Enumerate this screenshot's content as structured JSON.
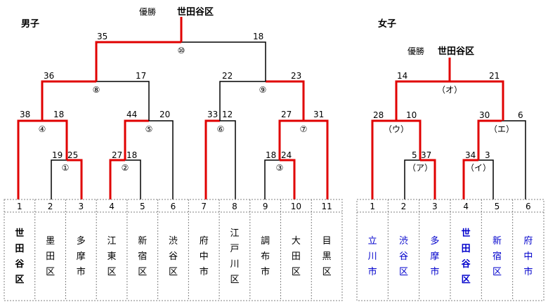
{
  "boys": {
    "section_label": "男子",
    "champion_caption": "優勝",
    "champion_name": "世田谷区",
    "teams": [
      {
        "num": "1",
        "name": "世田谷区",
        "winner": true
      },
      {
        "num": "2",
        "name": "墨田区"
      },
      {
        "num": "3",
        "name": "多摩市"
      },
      {
        "num": "4",
        "name": "江東区"
      },
      {
        "num": "5",
        "name": "新宿区"
      },
      {
        "num": "6",
        "name": "渋谷区"
      },
      {
        "num": "7",
        "name": "府中市"
      },
      {
        "num": "8",
        "name": "江戸川区"
      },
      {
        "num": "9",
        "name": "調布市"
      },
      {
        "num": "10",
        "name": "大田区"
      },
      {
        "num": "11",
        "name": "目黒区"
      }
    ],
    "matches": [
      {
        "id": "1",
        "label": "①",
        "left_score": "19",
        "right_score": "25"
      },
      {
        "id": "2",
        "label": "②",
        "left_score": "27",
        "right_score": "18"
      },
      {
        "id": "3",
        "label": "③",
        "left_score": "18",
        "right_score": "24"
      },
      {
        "id": "4",
        "label": "④",
        "left_score": "38",
        "right_score": "18"
      },
      {
        "id": "5",
        "label": "⑤",
        "left_score": "44",
        "right_score": "20"
      },
      {
        "id": "6",
        "label": "⑥",
        "left_score": "33",
        "right_score": "12"
      },
      {
        "id": "7",
        "label": "⑦",
        "left_score": "27",
        "right_score": "31"
      },
      {
        "id": "8",
        "label": "⑧",
        "left_score": "36",
        "right_score": "17"
      },
      {
        "id": "9",
        "label": "⑨",
        "left_score": "22",
        "right_score": "23"
      },
      {
        "id": "10",
        "label": "⑩",
        "left_score": "35",
        "right_score": "18"
      }
    ]
  },
  "girls": {
    "section_label": "女子",
    "champion_caption": "優勝",
    "champion_name": "世田谷区",
    "teams": [
      {
        "num": "1",
        "name": "立川市"
      },
      {
        "num": "2",
        "name": "渋谷区"
      },
      {
        "num": "3",
        "name": "多摩市"
      },
      {
        "num": "4",
        "name": "世田谷区",
        "winner": true
      },
      {
        "num": "5",
        "name": "新宿区"
      },
      {
        "num": "6",
        "name": "府中市"
      }
    ],
    "matches": [
      {
        "id": "a",
        "label": "（ア）",
        "left_score": "5",
        "right_score": "37"
      },
      {
        "id": "i",
        "label": "（イ）",
        "left_score": "34",
        "right_score": "3"
      },
      {
        "id": "u",
        "label": "（ウ）",
        "left_score": "28",
        "right_score": "10"
      },
      {
        "id": "e",
        "label": "（エ）",
        "left_score": "30",
        "right_score": "6"
      },
      {
        "id": "o",
        "label": "（オ）",
        "left_score": "14",
        "right_score": "21"
      }
    ]
  },
  "colors": {
    "winner_line": "#e00000",
    "loser_line": "#000000",
    "girls_team_text": "#0000cc",
    "table_border": "#808080"
  }
}
